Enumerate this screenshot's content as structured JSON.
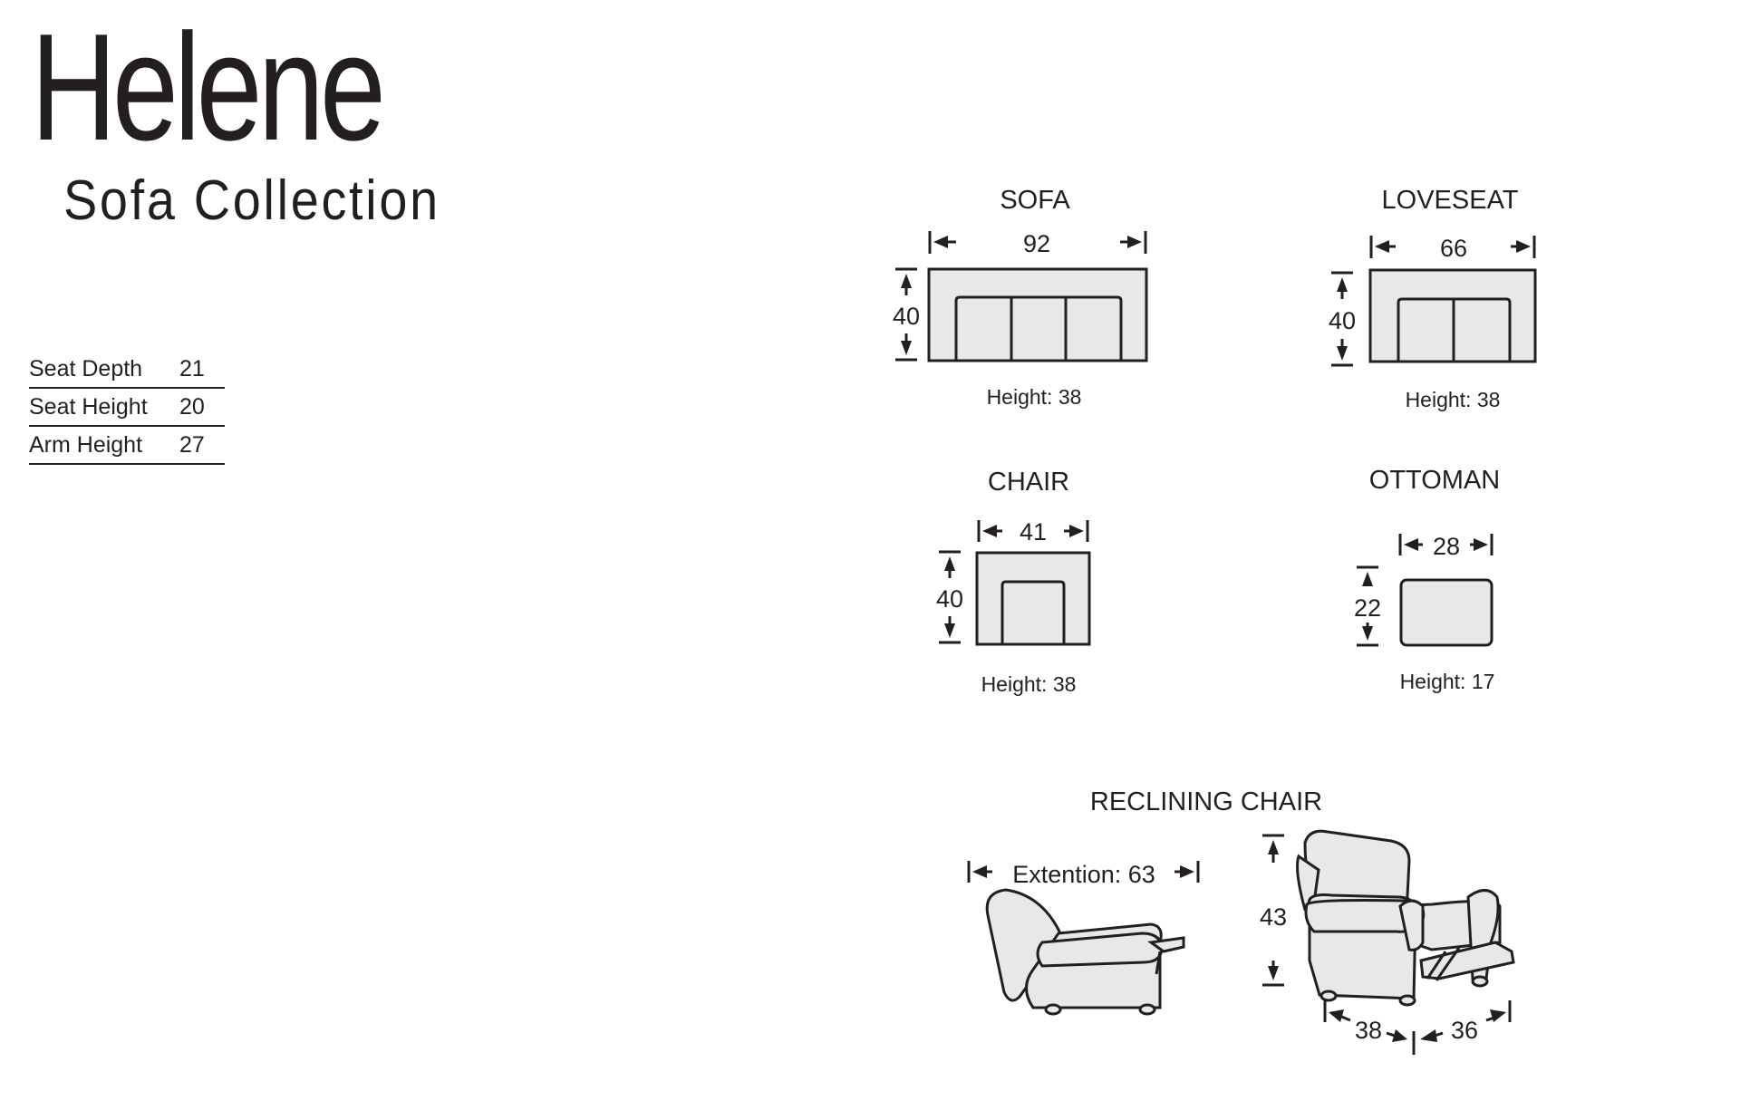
{
  "title": "Helene",
  "subtitle": "Sofa Collection",
  "specs": [
    {
      "label": "Seat Depth",
      "value": "21"
    },
    {
      "label": "Seat Height",
      "value": "20"
    },
    {
      "label": "Arm Height",
      "value": "27"
    }
  ],
  "sofa": {
    "name": "SOFA",
    "width": "92",
    "depth": "40",
    "height": "Height: 38"
  },
  "loveseat": {
    "name": "LOVESEAT",
    "width": "66",
    "depth": "40",
    "height": "Height: 38"
  },
  "chair": {
    "name": "CHAIR",
    "width": "41",
    "depth": "40",
    "height": "Height: 38"
  },
  "ottoman": {
    "name": "OTTOMAN",
    "width": "28",
    "depth": "22",
    "height": "Height: 17"
  },
  "recliner": {
    "name": "RECLINING CHAIR",
    "extension": "Extention: 63",
    "height": "43",
    "width": "38",
    "depth": "36"
  }
}
